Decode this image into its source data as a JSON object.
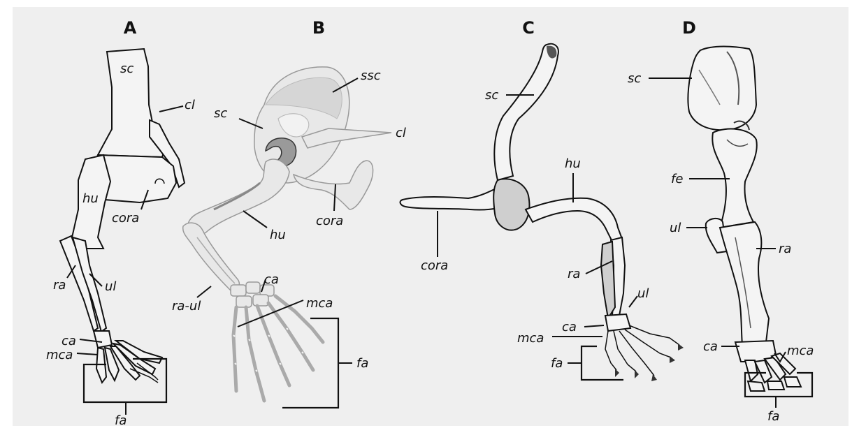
{
  "panels": [
    {
      "letter": "A",
      "labels": {
        "sc": "sc",
        "cl": "cl",
        "hu": "hu",
        "cora": "cora",
        "ra": "ra",
        "ul": "ul",
        "ca": "ca",
        "mca": "mca",
        "fa": "fa"
      }
    },
    {
      "letter": "B",
      "labels": {
        "ssc": "ssc",
        "sc": "sc",
        "cl": "cl",
        "cora": "cora",
        "hu": "hu",
        "ca": "ca",
        "ra_ul": "ra-ul",
        "mca": "mca",
        "fa": "fa"
      }
    },
    {
      "letter": "C",
      "labels": {
        "sc": "sc",
        "hu": "hu",
        "cora": "cora",
        "ra": "ra",
        "ul": "ul",
        "ca": "ca",
        "mca": "mca",
        "fa": "fa"
      }
    },
    {
      "letter": "D",
      "labels": {
        "sc": "sc",
        "fe": "fe",
        "ul": "ul",
        "ra": "ra",
        "ca": "ca",
        "mca": "mca",
        "fa": "fa"
      }
    }
  ]
}
